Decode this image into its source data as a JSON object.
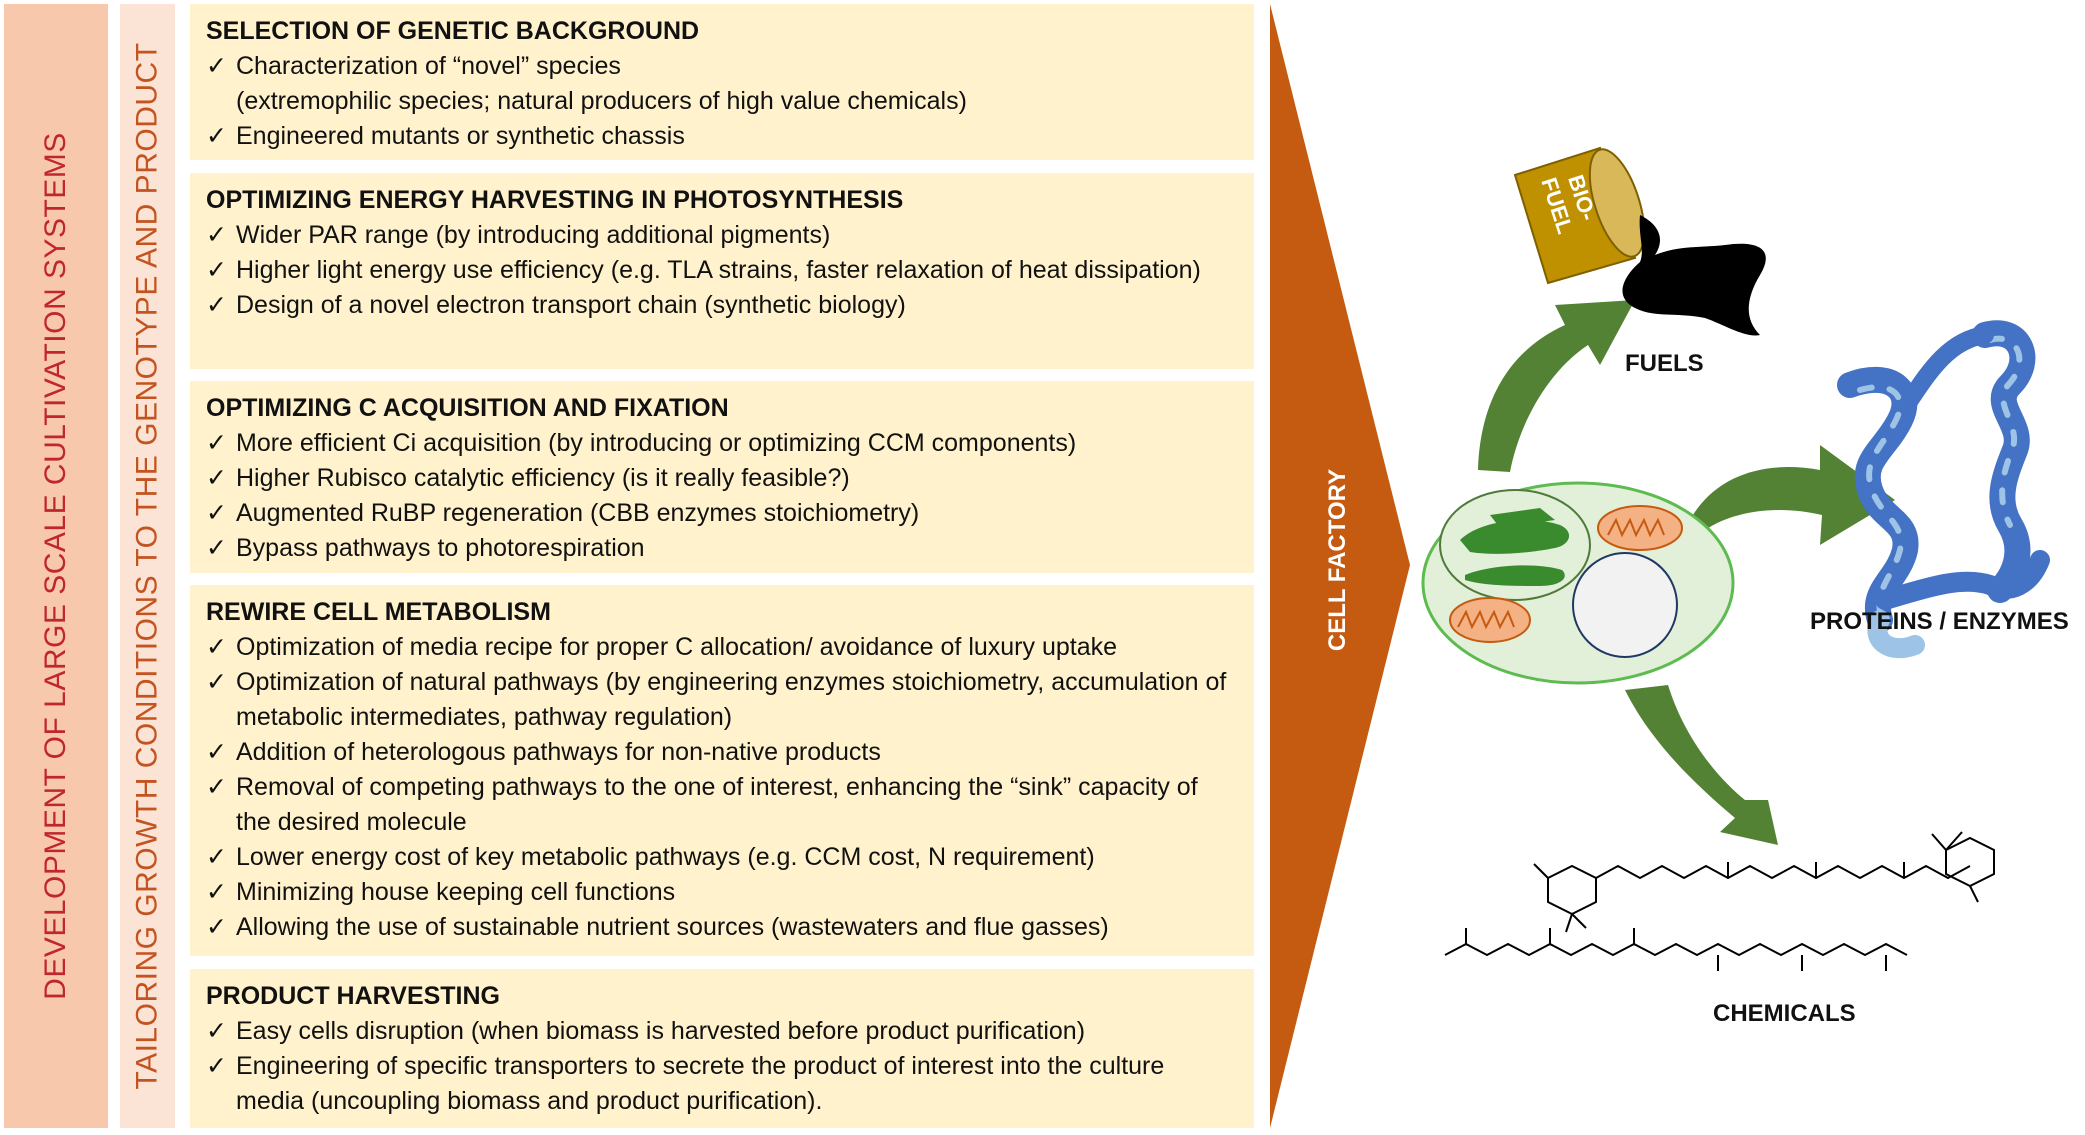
{
  "outer_band_label": "DEVELOPMENT OF LARGE SCALE CULTIVATION SYSTEMS",
  "inner_band_label": "TAILORING GROWTH CONDITIONS TO THE GENOTYPE AND PRODUCT",
  "sections": [
    {
      "title": "SELECTION OF GENETIC BACKGROUND",
      "items": [
        {
          "text": "Characterization of “novel” species",
          "sub": "(extremophilic species; natural producers of high value chemicals)"
        },
        {
          "text": "Engineered mutants or synthetic chassis"
        }
      ]
    },
    {
      "title": "OPTIMIZING ENERGY HARVESTING IN PHOTOSYNTHESIS",
      "items": [
        {
          "text": "Wider PAR range (by introducing additional pigments)"
        },
        {
          "text": "Higher light energy use efficiency (e.g. TLA strains, faster relaxation of heat dissipation)"
        },
        {
          "text": "Design of a novel electron transport chain (synthetic biology)"
        }
      ]
    },
    {
      "title": "OPTIMIZING C ACQUISITION AND FIXATION",
      "items": [
        {
          "text": "More efficient Ci acquisition (by introducing or optimizing CCM components)"
        },
        {
          "text": "Higher Rubisco catalytic efficiency (is it really feasible?)"
        },
        {
          "text": "Augmented RuBP regeneration (CBB enzymes stoichiometry)"
        },
        {
          "text": "Bypass pathways to photorespiration"
        }
      ]
    },
    {
      "title": "REWIRE CELL METABOLISM",
      "items": [
        {
          "text": "Optimization of media recipe for proper C allocation/ avoidance of luxury uptake"
        },
        {
          "text": "Optimization of natural pathways (by engineering enzymes stoichiometry, accumulation of metabolic intermediates, pathway regulation)"
        },
        {
          "text": "Addition of heterologous pathways for non-native products"
        },
        {
          "text": "Removal of competing pathways to the one of interest, enhancing the “sink” capacity of the desired molecule"
        },
        {
          "text": "Lower energy cost of key metabolic pathways (e.g. CCM cost, N requirement)"
        },
        {
          "text": "Minimizing house keeping cell functions"
        },
        {
          "text": "Allowing the use of sustainable nutrient sources (wastewaters and flue gasses)"
        }
      ]
    },
    {
      "title": "PRODUCT HARVESTING",
      "items": [
        {
          "text": "Easy cells disruption (when biomass is harvested before product purification)"
        },
        {
          "text": "Engineering of specific transporters to secrete the product of interest into the culture media (uncoupling biomass and product purification)."
        }
      ]
    }
  ],
  "check_symbol": "✓",
  "cell_factory_label": "CELL FACTORY",
  "barrel_label_1": "BIO-",
  "barrel_label_2": "FUEL",
  "fuels_label": "FUELS",
  "proteins_label": "PROTEINS / ENZYMES",
  "chemicals_label": "CHEMICALS",
  "colors": {
    "outer_band": "#f8c8ad",
    "inner_band": "#fbe3d6",
    "box": "#fff2cc",
    "arrow_orange": "#c55a11",
    "green_arrow": "#548235",
    "barrel": "#bf9000",
    "protein": "#4472c4"
  }
}
